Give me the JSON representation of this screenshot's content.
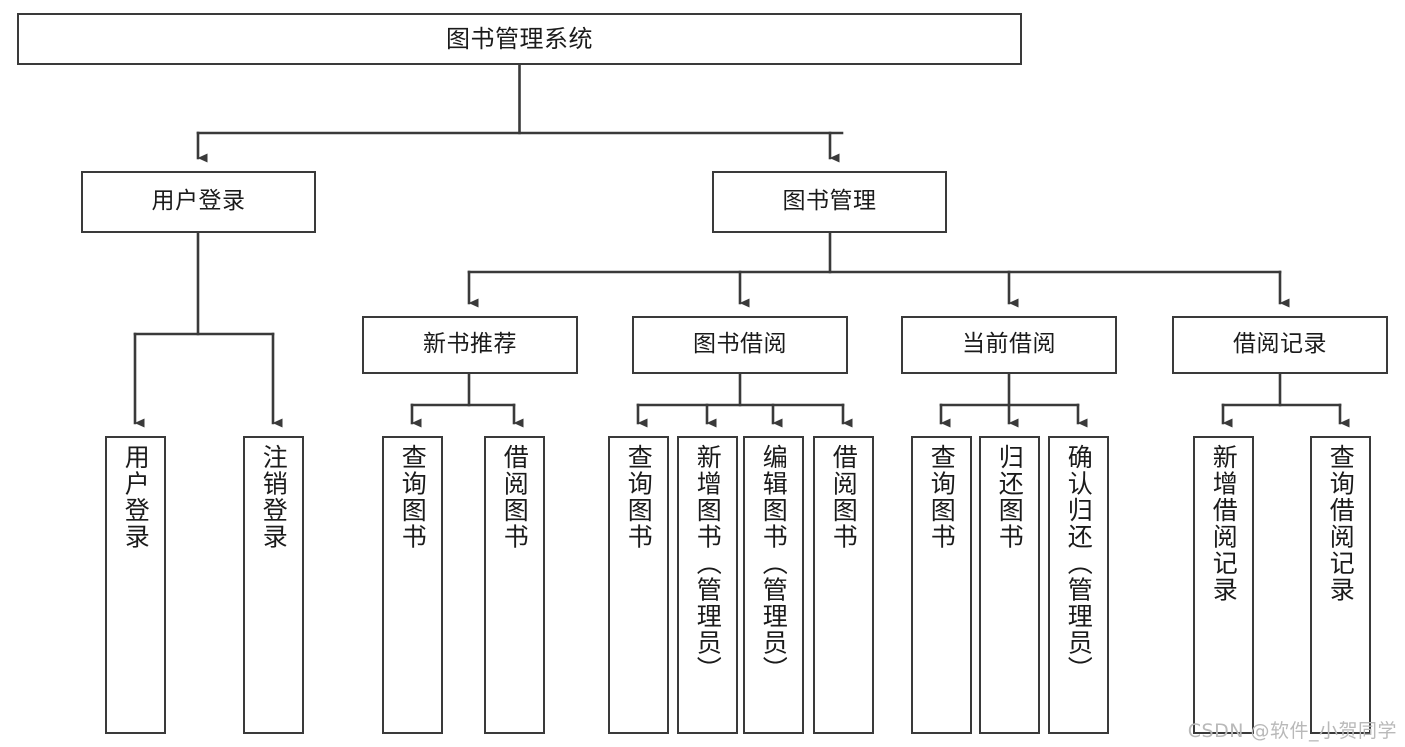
{
  "diagram": {
    "type": "tree-hierarchy",
    "title": "图书管理系统",
    "watermark": "CSDN @软件_小贺同学",
    "colors": {
      "box_border": "#3a3a3a",
      "box_fill": "#ffffff",
      "connector": "#3a3a3a",
      "text": "#1b1b1b",
      "watermark": "#b9b9b9",
      "background": "#ffffff"
    },
    "root": {
      "label": "图书管理系统"
    },
    "level2": [
      {
        "label": "用户登录"
      },
      {
        "label": "图书管理"
      }
    ],
    "level3": [
      {
        "label": "新书推荐"
      },
      {
        "label": "图书借阅"
      },
      {
        "label": "当前借阅"
      },
      {
        "label": "借阅记录"
      }
    ],
    "leaves": {
      "user_login": [
        {
          "label": "用户登录"
        },
        {
          "label": "注销登录"
        }
      ],
      "new_book_recommend": [
        {
          "label": "查询图书"
        },
        {
          "label": "借阅图书"
        }
      ],
      "book_borrow": [
        {
          "label": "查询图书"
        },
        {
          "label": "新增图书（管理员）"
        },
        {
          "label": "编辑图书（管理员）"
        },
        {
          "label": "借阅图书"
        }
      ],
      "current_borrow": [
        {
          "label": "查询图书"
        },
        {
          "label": "归还图书"
        },
        {
          "label": "确认归还（管理员）"
        }
      ],
      "borrow_record": [
        {
          "label": "新增借阅记录"
        },
        {
          "label": "查询借阅记录"
        }
      ]
    }
  }
}
